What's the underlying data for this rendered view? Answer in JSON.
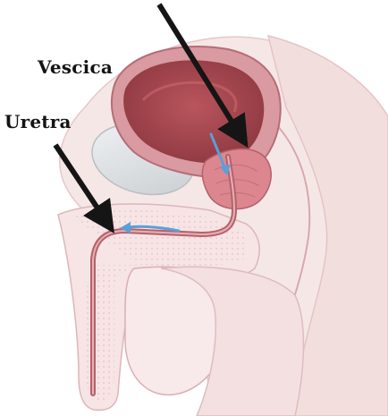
{
  "labels": {
    "bladder": "Vescica",
    "urethra": "Uretra"
  },
  "colors": {
    "skin": "#f4dede",
    "skin_shadow": "#e7c3c7",
    "bladder_wall": "#cc8a94",
    "bladder_interior": "#a8474f",
    "prostate": "#d87f8a",
    "urethra": "#b7636b",
    "flow_arrow": "#5aa0d8",
    "pointer_arrow": "#151515",
    "pubic_bone": "#dcdfe2"
  },
  "icons": {
    "pointer_arrows": "black-arrow",
    "flow_arrows": "blue-flow-arrow"
  }
}
